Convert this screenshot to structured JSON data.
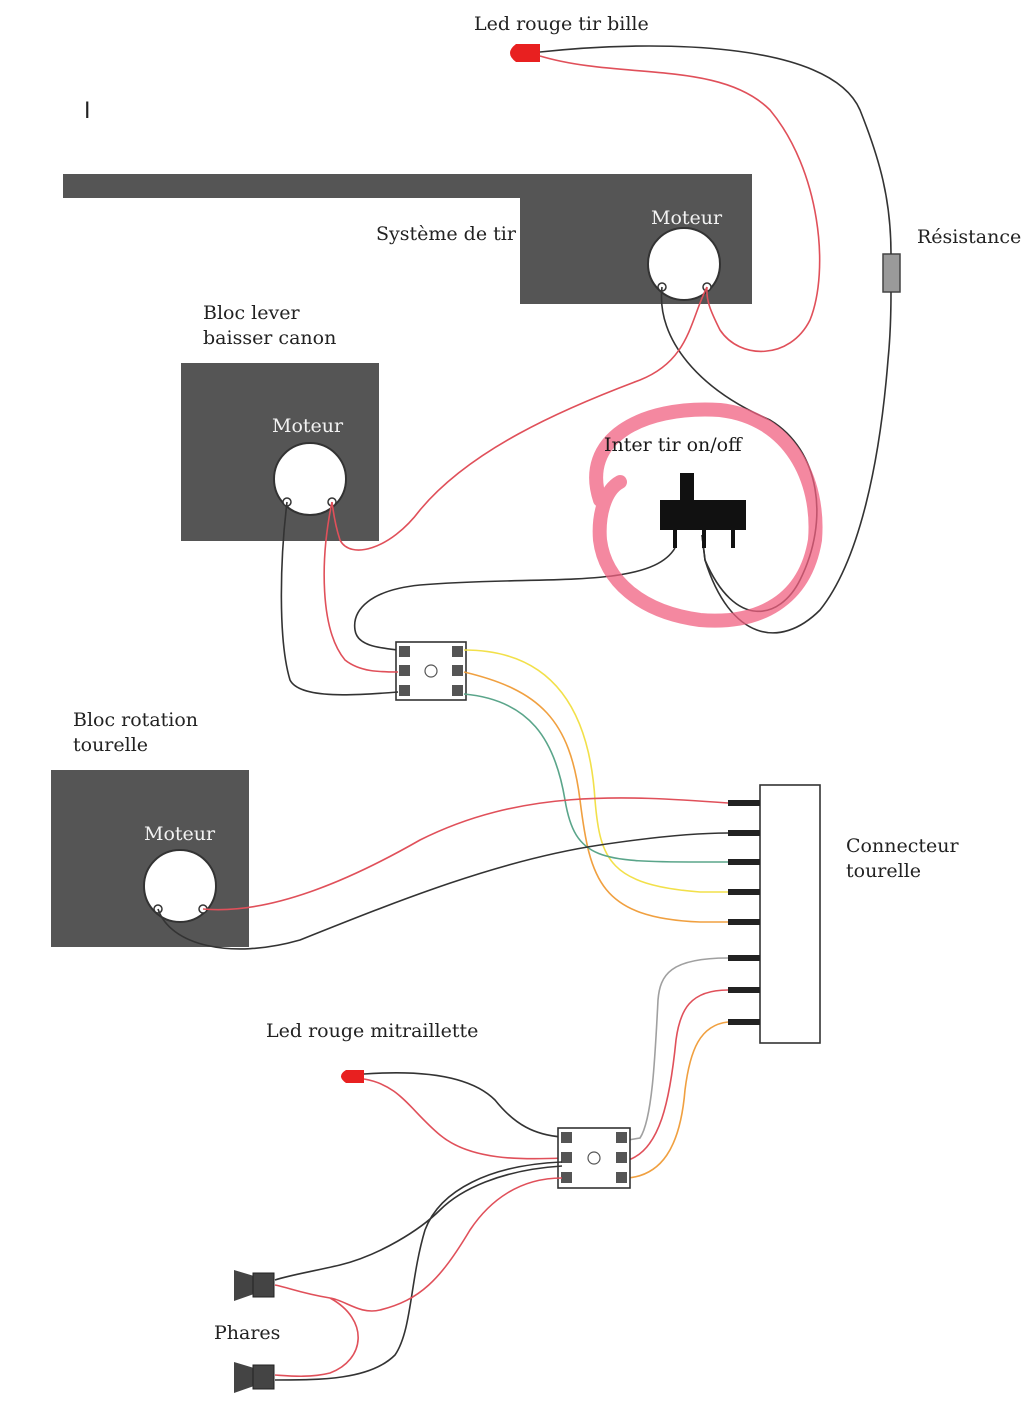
{
  "labels": {
    "led_tir": "Led rouge tir bille",
    "cursor": "I",
    "systeme_tir": "Système de tir",
    "resistance": "Résistance",
    "bloc_lever_1": "Bloc lever",
    "bloc_lever_2": "baisser canon",
    "inter_tir": "Inter tir on/off",
    "bloc_rotation_1": "Bloc rotation",
    "bloc_rotation_2": "tourelle",
    "connecteur_1": "Connecteur",
    "connecteur_2": "tourelle",
    "led_mitraillette": "Led rouge mitraillette",
    "phares": "Phares"
  },
  "motor_label": "Moteur",
  "colors": {
    "block": "#555555",
    "wire_red": "#e0505a",
    "wire_black": "#333333",
    "wire_yellow": "#f2e04a",
    "wire_orange": "#f0a040",
    "wire_green": "#5aa58a",
    "wire_gray": "#a0a0a0",
    "led": "#e82020",
    "highlight": "#f06080"
  }
}
